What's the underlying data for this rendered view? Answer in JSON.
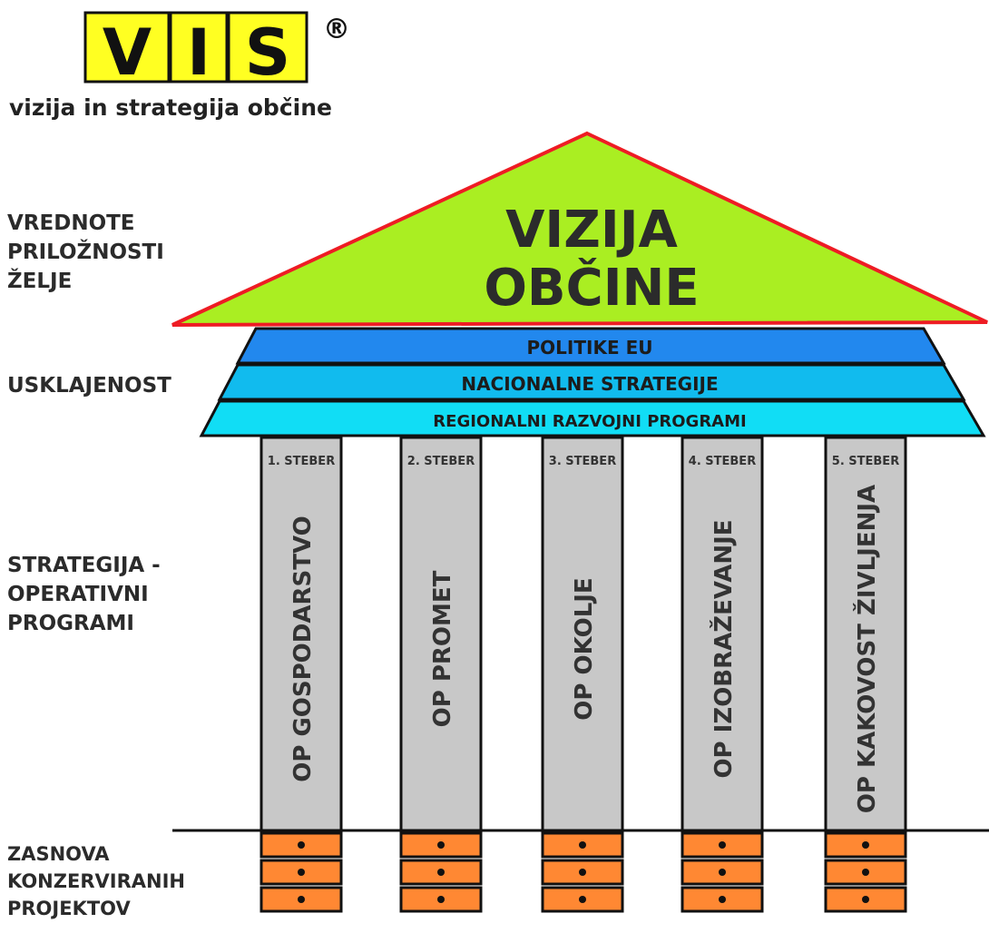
{
  "logo": {
    "letters": [
      "V",
      "I",
      "S"
    ],
    "registered": "®",
    "tagline": "vizija in strategija občine",
    "box_color": "#ffff22"
  },
  "labels": {
    "values": [
      "VREDNOTE",
      "PRILOŽNOSTI",
      "ŽELJE"
    ],
    "alignment": "USKLAJENOST",
    "strategy": [
      "STRATEGIJA -",
      "OPERATIVNI",
      "PROGRAMI"
    ],
    "foundation": [
      "ZASNOVA",
      "KONZERVIRANIH",
      "PROJEKTOV"
    ]
  },
  "roof": {
    "lines": [
      "VIZIJA",
      "OBČINE"
    ],
    "fill": "#aaee22",
    "stroke": "#ee1c24"
  },
  "bands": [
    {
      "text": "POLITIKE EU",
      "fill": "#2288ee"
    },
    {
      "text": "NACIONALNE STRATEGIJE",
      "fill": "#11bbee"
    },
    {
      "text": "REGIONALNI RAZVOJNI PROGRAMI",
      "fill": "#11ddf5"
    }
  ],
  "pillars": [
    {
      "number": "1. STEBER",
      "text": "OP  GOSPODARSTVO"
    },
    {
      "number": "2. STEBER",
      "text": "OP  PROMET"
    },
    {
      "number": "3. STEBER",
      "text": "OP  OKOLJE"
    },
    {
      "number": "4. STEBER",
      "text": "OP  IZOBRAŽEVANJE"
    },
    {
      "number": "5. STEBER",
      "text": "OP  KAKOVOST ŽIVLJENJA"
    }
  ],
  "colors": {
    "pillar": "#c8c8c8",
    "foundation_block": "#ff8833"
  },
  "foundation": {
    "blocks_per_pillar": 3
  }
}
